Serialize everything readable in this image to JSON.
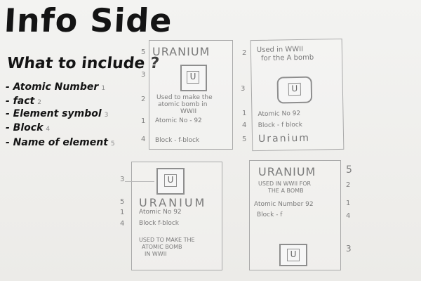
{
  "title": "Info Side",
  "heading": "What to include ?",
  "items": [
    {
      "label": "- Atomic Number",
      "num": "1"
    },
    {
      "label": "- fact",
      "num": "2"
    },
    {
      "label": "- Element symbol",
      "num": "3"
    },
    {
      "label": "- Block",
      "num": "4"
    },
    {
      "label": "- Name of element",
      "num": "5"
    }
  ],
  "card1": {
    "name": "URANIUM",
    "symbol": "U",
    "fact_lines": [
      "Used to make the",
      "atomic bomb in",
      "WWII"
    ],
    "atomic_row": "Atomic No   -   92",
    "block_row": "Block      -  f-block",
    "margin": [
      "5",
      "3",
      "2",
      "1",
      "4"
    ]
  },
  "card2": {
    "fact_lines": [
      "Used in WWII",
      "for the A bomb"
    ],
    "symbol": "U",
    "atomic_row": "Atomic No     92",
    "block_row": "Block   -   f block",
    "name": "Uranium",
    "margin": [
      "2",
      "3",
      "1",
      "4",
      "5"
    ]
  },
  "card3": {
    "symbol": "U",
    "name": "URANIUM",
    "atomic_row": "Atomic No       92",
    "block_row": "Block         f-block",
    "fact_lines": [
      "USED TO MAKE THE",
      "ATOMIC BOMB",
      "IN WWII"
    ],
    "margin": [
      "3",
      "5",
      "1",
      "4"
    ]
  },
  "card4": {
    "name": "URANIUM",
    "fact_lines": [
      "USED IN WWII FOR",
      "THE A BOMB"
    ],
    "atomic_row": "Atomic   Number 92",
    "block_row": "Block   -   f",
    "symbol": "U",
    "margin": [
      "5",
      "2",
      "1",
      "4",
      "3"
    ]
  }
}
